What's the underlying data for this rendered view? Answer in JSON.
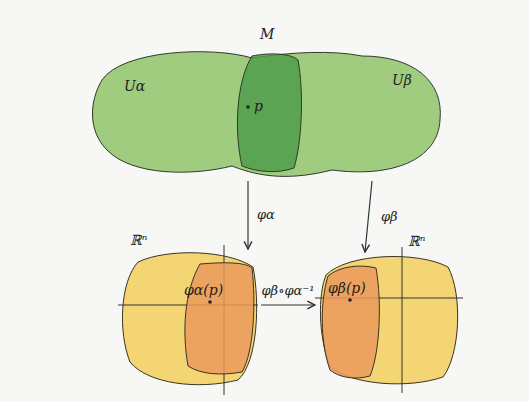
{
  "diagram": {
    "nodes": [
      {
        "text": [
          "Uα",
          "M",
          "Uβ"
        ]
      },
      {
        "text": [
          "p"
        ],
        "in": 0
      },
      {
        "text": [
          "ℝⁿ"
        ]
      },
      {
        "text": [
          "φα(p)"
        ],
        "in": 2
      },
      {
        "text": [
          "ℝⁿ"
        ]
      },
      {
        "text": [
          "φβ(p)"
        ],
        "in": 4
      }
    ],
    "edges": [
      {
        "from": 0,
        "to": 2,
        "label": "φα",
        "arrow": "to"
      },
      {
        "from": 0,
        "to": 4,
        "label": "φβ",
        "arrow": "to"
      },
      {
        "from": 2,
        "to": 4,
        "label": "φβ∘φα⁻¹",
        "arrow": "to"
      }
    ]
  }
}
